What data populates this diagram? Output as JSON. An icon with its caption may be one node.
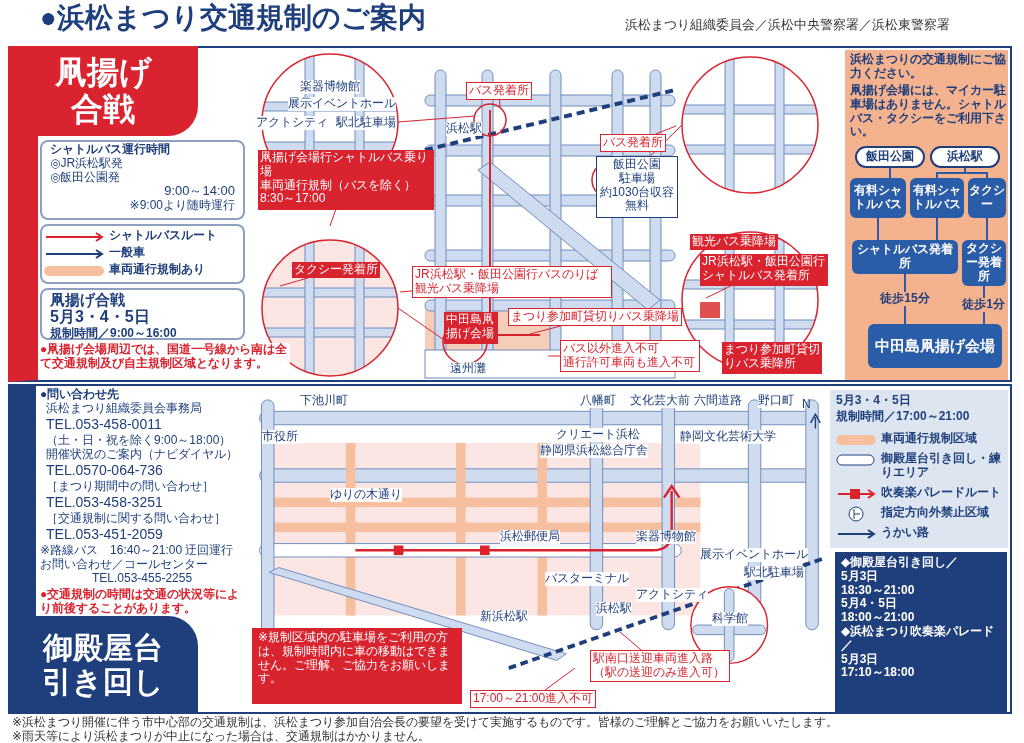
{
  "diagram": {
    "title": "●浜松まつり交通規制のご案内",
    "nodes": [
      {
        "text": [
          "凧揚げ合戦"
        ]
      },
      {
        "text": [
          "シャトルバス運行時間",
          "◎JR浜松駅発",
          "◎飯田公園発",
          "9:00～14:00",
          "※9:00より随時運行"
        ]
      },
      {
        "text": [
          "凧揚げ合戦",
          "5月3・4・5日",
          "規制時間／9:00～16:00"
        ]
      },
      {
        "text": [
          "浜松駅"
        ]
      },
      {
        "text": [
          "飯田公園"
        ]
      },
      {
        "text": [
          "有料シャトルバス"
        ]
      },
      {
        "text": [
          "タクシー"
        ]
      },
      {
        "text": [
          "有料シャトルバス"
        ]
      },
      {
        "text": [
          "シャトルバス発着所"
        ]
      },
      {
        "text": [
          "タクシー発着所"
        ]
      },
      {
        "text": [
          "中田島凧揚げ会場"
        ]
      },
      {
        "text": [
          "御殿屋台引き回し"
        ]
      },
      {
        "text": [
          "◆御殿屋台引き回し／",
          "5月3日",
          "18:30～21:00",
          "5月4・5日",
          "18:00～21:00",
          "◆浜松まつり吹奏楽パレード／",
          "5月3日",
          "17:10～18:00"
        ]
      },
      {
        "text": [
          "※規制区域内の駐車場をご利用の方は、規制時間内に車の移動はできません。ご理解、ご協力をお願いします。"
        ]
      },
      {
        "text": [
          "凧揚げ会場行シャトルバス乗り場",
          "車両通行規制（バスを除く）",
          "8:30～17:00"
        ]
      },
      {
        "text": [
          "バス発着所"
        ]
      },
      {
        "text": [
          "バス発着所"
        ]
      },
      {
        "text": [
          "JR浜松駅・飯田公園行バスのりば",
          "観光バス乗降場"
        ]
      },
      {
        "text": [
          "中田島凧揚げ会場"
        ]
      },
      {
        "text": [
          "まつり参加町貸切りバス乗降場"
        ]
      },
      {
        "text": [
          "バス以外進入不可",
          "通行許可車両も進入不可"
        ]
      },
      {
        "text": [
          "飯田公園",
          "駐車場",
          "約1030台収容",
          "無料"
        ]
      },
      {
        "text": [
          "タクシー発着所"
        ]
      },
      {
        "text": [
          "観光バス乗降場"
        ]
      },
      {
        "text": [
          "JR浜松駅・飯田公園行シャトルバス発着所"
        ]
      },
      {
        "text": [
          "まつり参加町貸切りバス乗降所"
        ]
      },
      {
        "text": [
          "駅南口送迎車両進入路",
          "（駅の送迎のみ進入可）"
        ]
      },
      {
        "text": [
          "17:00～21:00進入不可"
        ]
      }
    ],
    "edges": [
      {
        "from": 3,
        "to": 5,
        "arrow": "none",
        "color": "#2a5ca8"
      },
      {
        "from": 3,
        "to": 6,
        "arrow": "none",
        "color": "#2a5ca8"
      },
      {
        "from": 4,
        "to": 7,
        "arrow": "none",
        "color": "#2a5ca8"
      },
      {
        "from": 5,
        "to": 8,
        "arrow": "none",
        "color": "#2a5ca8"
      },
      {
        "from": 7,
        "to": 8,
        "arrow": "none",
        "color": "#2a5ca8"
      },
      {
        "from": 6,
        "to": 9,
        "arrow": "none",
        "color": "#2a5ca8"
      },
      {
        "from": 8,
        "to": 10,
        "arrow": "none",
        "label": "徒歩15分",
        "color": "#2a5ca8"
      },
      {
        "from": 9,
        "to": 10,
        "arrow": "none",
        "label": "徒歩1分",
        "color": "#2a5ca8"
      },
      {
        "from": 14,
        "to": null,
        "arrow": "none"
      },
      {
        "from": 15,
        "to": null,
        "arrow": "none"
      },
      {
        "from": 16,
        "to": null,
        "arrow": "none"
      },
      {
        "from": 17,
        "to": null,
        "arrow": "none"
      },
      {
        "from": 19,
        "to": null,
        "arrow": "none"
      },
      {
        "from": 20,
        "to": null,
        "arrow": "none"
      },
      {
        "from": 22,
        "to": null,
        "arrow": "none"
      },
      {
        "from": 24,
        "to": null,
        "arrow": "none"
      },
      {
        "from": 26,
        "to": null,
        "arrow": "none"
      },
      {
        "from": 27,
        "to": null,
        "arrow": "none"
      }
    ],
    "labels": [
      "浜松まつり組織委員会／浜松中央警察署／浜松東警察署",
      "●凧揚げ会場周辺では、国道一号線から南は全て交通規制及び自主規制区域となります。",
      "浜松まつりの交通規制にご協力ください。",
      "凧揚げ会場には、マイカー駐車場はありません。シャトルバス・タクシーをご利用下さい。",
      "アクトシティ",
      "楽器博物館",
      "展示イベントホール",
      "駅北駐車場",
      "浜松駅",
      "遠州灘",
      "●問い合わせ先",
      "浜松まつり組織委員会事務局",
      "TEL.053-458-0011",
      "（土・日・祝を除く9:00～18:00）",
      "開催状況のご案内（ナビダイヤル）",
      "TEL.0570-064-736",
      "［まつり期間中の問い合わせ］",
      "TEL.053-458-3251",
      "［交通規制に関する問い合わせ］",
      "TEL.053-451-2059",
      "※路線バス　16:40～21:00 迂回運行",
      "お問い合わせ／コールセンター",
      "TEL.053-455-2255",
      "●交通規制の時間は交通の状況等により前後することがあります。",
      "下池川町",
      "市役所",
      "八幡町",
      "文化芸大前",
      "六間道路",
      "野口町",
      "クリエート浜松",
      "静岡文化芸術大学",
      "静岡県浜松総合庁舎",
      "ゆりの木通り",
      "浜松郵便局",
      "バスターミナル",
      "アクトシティ",
      "新浜松駅",
      "浜松駅",
      "科学館",
      "展示イベントホール",
      "駅北駐車場",
      "楽器博物館",
      "N",
      "5月3・4・5日",
      "規制時間／17:00～21:00",
      "※浜松まつり開催に伴う市中心部の交通規制は、浜松まつり参加自治会長の要望を受けて実施するものです。皆様のご理解とご協力をお願いいたします。",
      "※雨天等により浜松まつりが中止になった場合は、交通規制はかかりません。"
    ],
    "legend": [
      {
        "text": "シャトルバスルート"
      },
      {
        "text": "一般車"
      },
      {
        "text": "車両通行規制あり",
        "color": "#f6bfa0"
      },
      {
        "text": "車両通行規制区域",
        "color": "#f6bfa0"
      },
      {
        "text": "御殿屋台引き回し・練りエリア"
      },
      {
        "text": "吹奏楽パレードルート"
      },
      {
        "text": "指定方向外禁止区域"
      },
      {
        "text": "うかい路"
      }
    ]
  }
}
